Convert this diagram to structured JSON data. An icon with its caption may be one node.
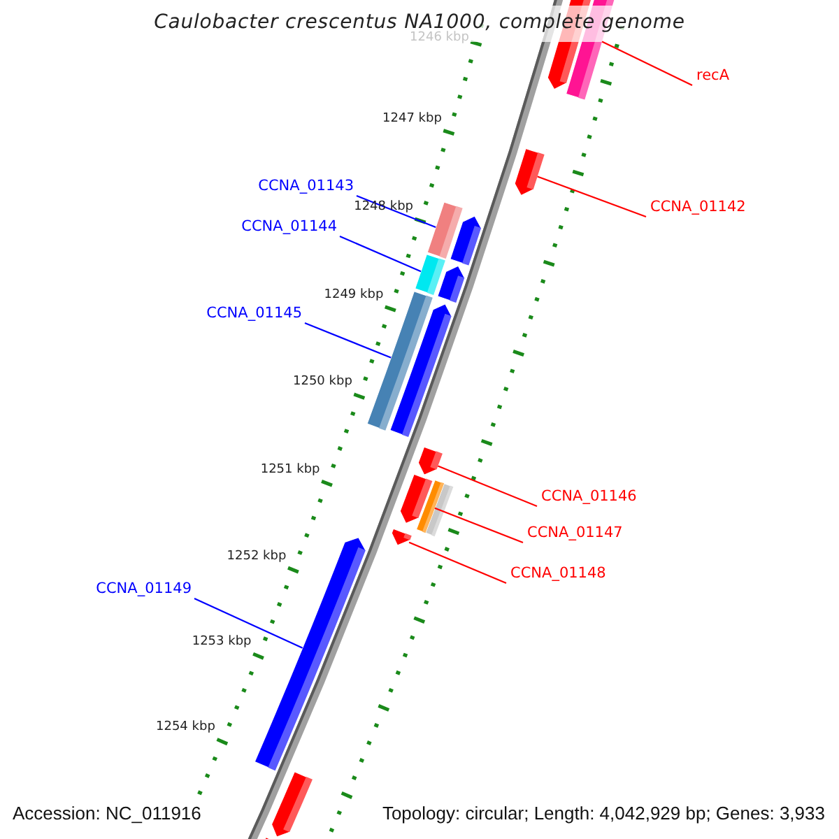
{
  "diagram": {
    "title": "Caulobacter crescentus NA1000, complete genome",
    "nodes": [
      {
        "text": [
          "recA"
        ]
      },
      {
        "text": [],
        "shape": "bar"
      },
      {
        "text": [
          "CCNA_01142"
        ]
      },
      {
        "text": [],
        "shape": "bar"
      },
      {
        "text": [
          "CCNA_01143"
        ]
      },
      {
        "text": [],
        "shape": "bar"
      },
      {
        "text": [
          "CCNA_01144"
        ]
      },
      {
        "text": [],
        "shape": "bar"
      },
      {
        "text": [
          "CCNA_01145"
        ]
      },
      {
        "text": [],
        "shape": "bar"
      },
      {
        "text": [
          "CCNA_01146"
        ]
      },
      {
        "text": [],
        "shape": "bar"
      },
      {
        "text": [
          "CCNA_01147"
        ]
      },
      {
        "text": [],
        "shape": "bar"
      },
      {
        "text": [
          "CCNA_01148"
        ]
      },
      {
        "text": [],
        "shape": "bar"
      },
      {
        "text": [
          "CCNA_01149"
        ]
      },
      {
        "text": [],
        "shape": "bar"
      }
    ],
    "edges": [
      {
        "from": 0,
        "to": 1,
        "arrow": "none"
      },
      {
        "from": 2,
        "to": 3,
        "arrow": "none"
      },
      {
        "from": 4,
        "to": 5,
        "arrow": "none",
        "color": "#0000ff"
      },
      {
        "from": 6,
        "to": 7,
        "arrow": "none",
        "color": "#0000ff"
      },
      {
        "from": 8,
        "to": 9,
        "arrow": "none",
        "color": "#0000ff"
      },
      {
        "from": 10,
        "to": 11,
        "arrow": "none"
      },
      {
        "from": 12,
        "to": 13,
        "arrow": "none"
      },
      {
        "from": 14,
        "to": 15,
        "arrow": "none"
      },
      {
        "from": 16,
        "to": 17,
        "arrow": "none",
        "color": "#0000ff"
      }
    ],
    "labels": [
      "1246 kbp",
      "1247 kbp",
      "1248 kbp",
      "1249 kbp",
      "1250 kbp",
      "1251 kbp",
      "1252 kbp",
      "1253 kbp",
      "1254 kbp",
      "Accession: NC_011916",
      "Topology: circular; Length: 4,042,929 bp; Genes: 3,933"
    ]
  }
}
